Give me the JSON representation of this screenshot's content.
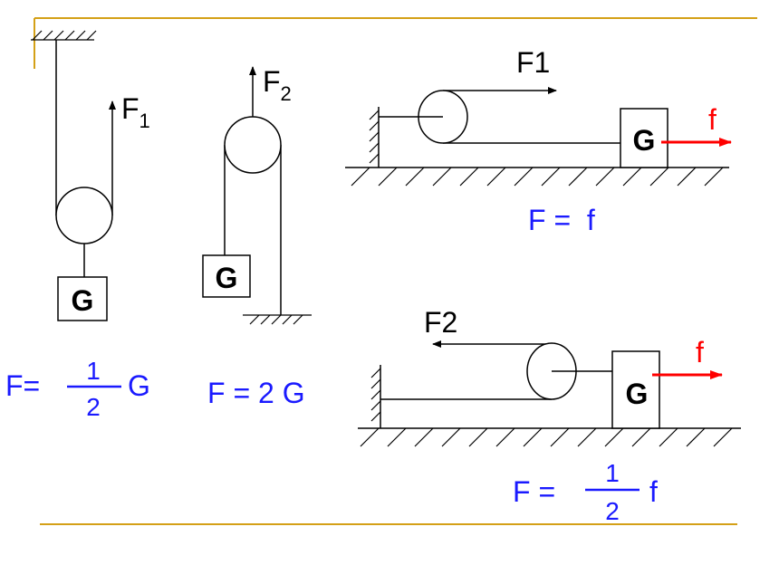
{
  "colors": {
    "frame": "#d4a017",
    "ink": "#000000",
    "formula": "#1a1aff",
    "friction": "#ff0000"
  },
  "diagram1": {
    "block_label": "G",
    "force_label": "F",
    "force_subscript": "1",
    "formula": {
      "lhs": "F=",
      "numerator": "1",
      "denominator": "2",
      "rhs": "G"
    }
  },
  "diagram2": {
    "block_label": "G",
    "force_label": "F",
    "force_subscript": "2",
    "formula": "F = 2 G"
  },
  "diagram3": {
    "block_label": "G",
    "force_label": "F1",
    "friction_label": "f",
    "formula": "F =  f"
  },
  "diagram4": {
    "block_label": "G",
    "force_label": "F2",
    "friction_label": "f",
    "formula": {
      "lhs": "F =",
      "numerator": "1",
      "denominator": "2",
      "rhs": "f"
    }
  }
}
